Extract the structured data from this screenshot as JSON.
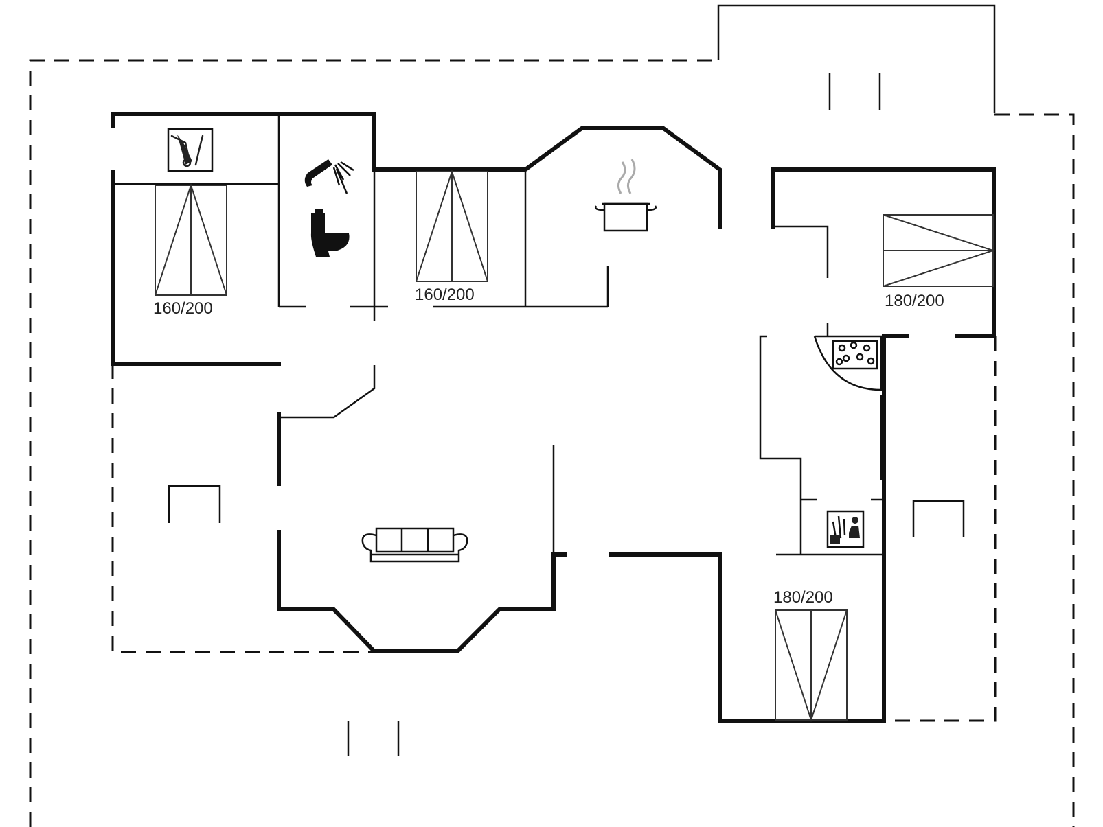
{
  "rooms": {
    "bedroom_1": {
      "bed_label": "160/200"
    },
    "bedroom_2": {
      "bed_label": "160/200"
    },
    "bedroom_3": {
      "bed_label": "180/200"
    },
    "bedroom_4": {
      "bed_label": "180/200"
    }
  },
  "icons": {
    "laundry": "washing-machine-icon",
    "shower": "shower-icon",
    "toilet": "toilet-icon",
    "kitchen": "cooking-pot-icon",
    "living": "sofa-icon",
    "spa": "whirlpool-icon",
    "sauna": "sauna-icon",
    "terrace_left": "terrace-table-icon",
    "terrace_right": "terrace-table-icon"
  }
}
